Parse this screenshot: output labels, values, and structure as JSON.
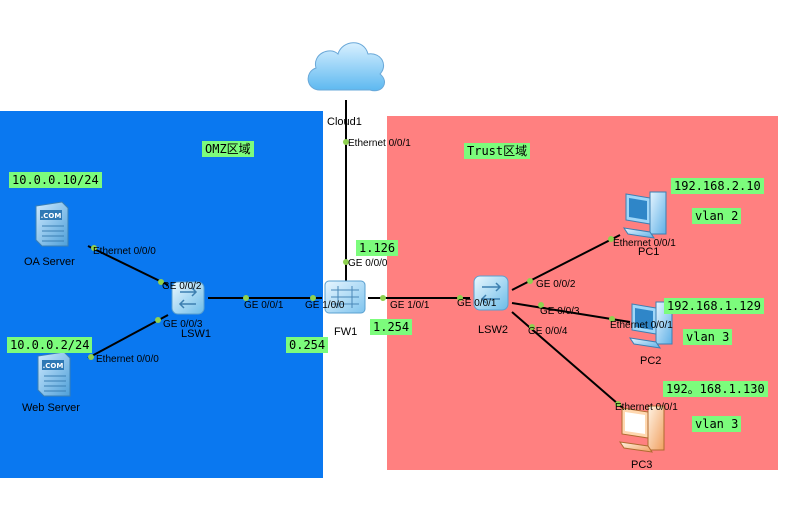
{
  "colors": {
    "dmz_zone": "#0a78f0",
    "trust_zone": "#ff8080",
    "tag_bg": "#7cfc7c",
    "link": "#000000",
    "port_dot": "#8fd14f"
  },
  "zones": {
    "dmz": {
      "label": "OMZ区域"
    },
    "trust": {
      "label": "Trust区域"
    }
  },
  "devices": {
    "cloud1": {
      "name": "Cloud1",
      "icon": "cloud-icon"
    },
    "fw1": {
      "name": "FW1",
      "icon": "firewall-icon"
    },
    "lsw1": {
      "name": "LSW1",
      "icon": "switch-icon"
    },
    "lsw2": {
      "name": "LSW2",
      "icon": "switch-icon"
    },
    "oa_server": {
      "name": "OA Server",
      "icon": "server-icon"
    },
    "web_server": {
      "name": "Web Server",
      "icon": "server-icon"
    },
    "pc1": {
      "name": "PC1",
      "icon": "pc-icon"
    },
    "pc2": {
      "name": "PC2",
      "icon": "pc-icon"
    },
    "pc3": {
      "name": "PC3",
      "icon": "pc-icon"
    }
  },
  "ports": {
    "cloud_eth": "Ethernet 0/0/1",
    "fw_ge000": "GE 0/0/0",
    "fw_ge101": "GE 1/0/0",
    "fw_ge1_0_1": "GE 1/0/1",
    "lsw1_ge002": "GE 0/0/2",
    "lsw1_ge003": "GE 0/0/3",
    "lsw1_ge001": "GE 0/0/1",
    "oa_eth": "Ethernet 0/0/0",
    "web_eth": "Ethernet 0/0/0",
    "lsw2_ge001": "GE 0/0/1",
    "lsw2_ge002": "GE 0/0/2",
    "lsw2_ge003": "GE 0/0/3",
    "lsw2_ge004": "GE 0/0/4",
    "pc1_eth": "Ethernet 0/0/1",
    "pc2_eth": "Ethernet 0/0/1",
    "pc3_eth": "Ethernet 0/0/1"
  },
  "tags": {
    "oa_ip": "10.0.0.10/24",
    "web_ip": "10.0.0.2/24",
    "fw_126": "1.126",
    "fw_254_trust": "1.254",
    "fw_254_dmz": "0.254",
    "pc1_ip": "192.168.2.10",
    "pc1_vlan": "vlan 2",
    "pc2_ip": "192.168.1.129",
    "pc2_vlan": "vlan 3",
    "pc3_ip": "192。168.1.130",
    "pc3_vlan": "vlan 3"
  }
}
